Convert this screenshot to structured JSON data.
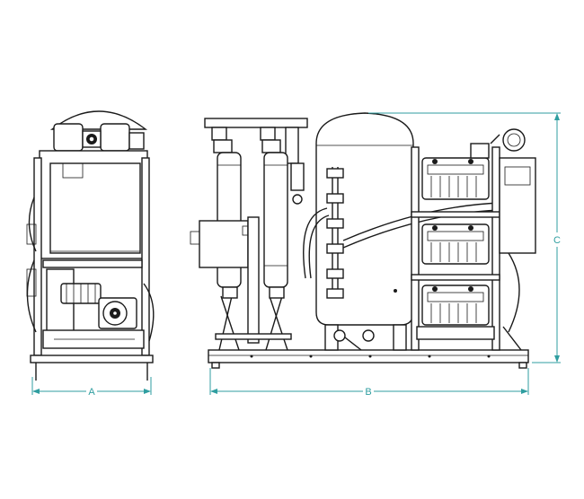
{
  "dimensions": {
    "width_label": "A",
    "length_label": "B",
    "height_label": "C"
  },
  "colors": {
    "dimension_lines": "#2f9ea0",
    "drawing_lines": "#1a1a1a",
    "background": "#ffffff"
  }
}
